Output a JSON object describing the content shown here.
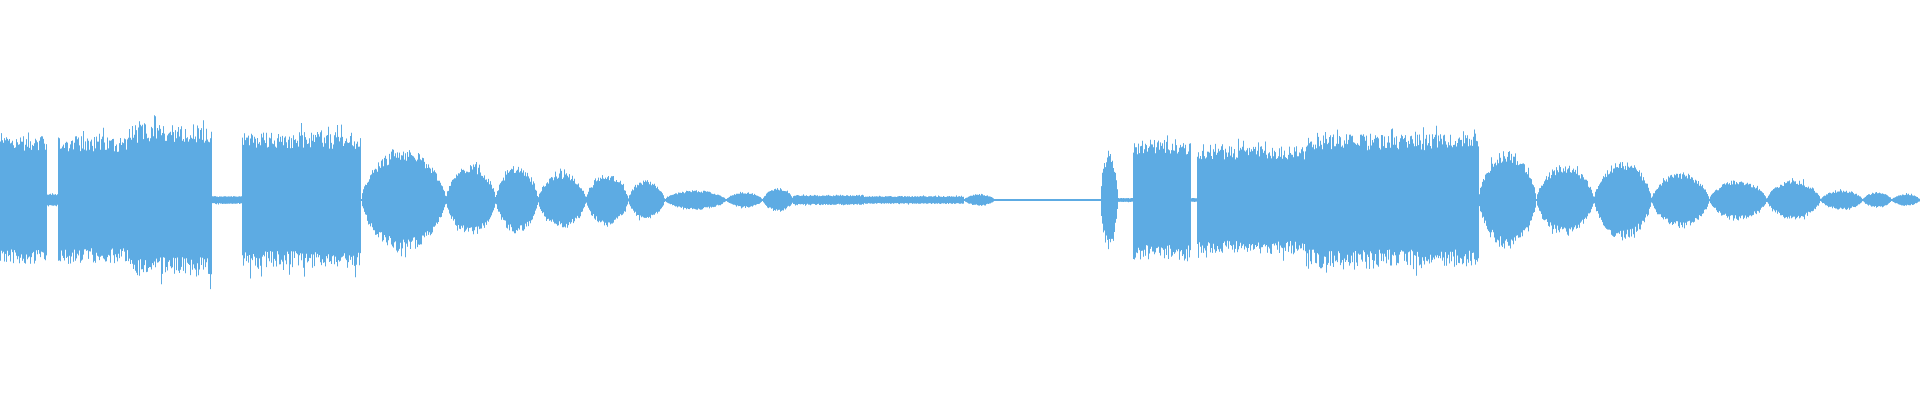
{
  "waveform": {
    "color": "#5DABE3",
    "background": "#ffffff",
    "duration_fraction_note": "",
    "segments": [
      {
        "start": 0.0,
        "end": 0.024,
        "amp": 0.32,
        "shape": "flat"
      },
      {
        "start": 0.024,
        "end": 0.03,
        "amp": 0.03,
        "shape": "flat"
      },
      {
        "start": 0.03,
        "end": 0.068,
        "amp": 0.32,
        "shape": "flat"
      },
      {
        "start": 0.068,
        "end": 0.11,
        "amp": 0.38,
        "shape": "flat"
      },
      {
        "start": 0.11,
        "end": 0.126,
        "amp": 0.02,
        "shape": "flat"
      },
      {
        "start": 0.126,
        "end": 0.188,
        "amp": 0.34,
        "shape": "flat"
      },
      {
        "start": 0.188,
        "end": 0.232,
        "amp": 0.26,
        "shape": "bump"
      },
      {
        "start": 0.232,
        "end": 0.258,
        "amp": 0.18,
        "shape": "bump"
      },
      {
        "start": 0.258,
        "end": 0.28,
        "amp": 0.17,
        "shape": "bump"
      },
      {
        "start": 0.28,
        "end": 0.305,
        "amp": 0.14,
        "shape": "bump"
      },
      {
        "start": 0.305,
        "end": 0.327,
        "amp": 0.13,
        "shape": "bump"
      },
      {
        "start": 0.327,
        "end": 0.346,
        "amp": 0.1,
        "shape": "bump"
      },
      {
        "start": 0.346,
        "end": 0.378,
        "amp": 0.05,
        "shape": "bump"
      },
      {
        "start": 0.378,
        "end": 0.397,
        "amp": 0.04,
        "shape": "bump"
      },
      {
        "start": 0.397,
        "end": 0.413,
        "amp": 0.06,
        "shape": "bump"
      },
      {
        "start": 0.413,
        "end": 0.45,
        "amp": 0.025,
        "shape": "flat"
      },
      {
        "start": 0.45,
        "end": 0.502,
        "amp": 0.02,
        "shape": "flat"
      },
      {
        "start": 0.502,
        "end": 0.518,
        "amp": 0.03,
        "shape": "bump"
      },
      {
        "start": 0.518,
        "end": 0.573,
        "amp": 0.004,
        "shape": "flat"
      },
      {
        "start": 0.573,
        "end": 0.582,
        "amp": 0.25,
        "shape": "bump"
      },
      {
        "start": 0.582,
        "end": 0.59,
        "amp": 0.01,
        "shape": "flat"
      },
      {
        "start": 0.59,
        "end": 0.62,
        "amp": 0.3,
        "shape": "flat"
      },
      {
        "start": 0.62,
        "end": 0.623,
        "amp": 0.01,
        "shape": "flat"
      },
      {
        "start": 0.623,
        "end": 0.68,
        "amp": 0.27,
        "shape": "flat"
      },
      {
        "start": 0.68,
        "end": 0.77,
        "amp": 0.33,
        "shape": "flat"
      },
      {
        "start": 0.77,
        "end": 0.8,
        "amp": 0.25,
        "shape": "bump"
      },
      {
        "start": 0.8,
        "end": 0.83,
        "amp": 0.18,
        "shape": "bump"
      },
      {
        "start": 0.83,
        "end": 0.86,
        "amp": 0.2,
        "shape": "bump"
      },
      {
        "start": 0.86,
        "end": 0.89,
        "amp": 0.14,
        "shape": "bump"
      },
      {
        "start": 0.89,
        "end": 0.92,
        "amp": 0.1,
        "shape": "bump"
      },
      {
        "start": 0.92,
        "end": 0.948,
        "amp": 0.1,
        "shape": "bump"
      },
      {
        "start": 0.948,
        "end": 0.97,
        "amp": 0.05,
        "shape": "bump"
      },
      {
        "start": 0.97,
        "end": 0.985,
        "amp": 0.04,
        "shape": "bump"
      },
      {
        "start": 0.985,
        "end": 1.0,
        "amp": 0.03,
        "shape": "bump"
      }
    ]
  }
}
